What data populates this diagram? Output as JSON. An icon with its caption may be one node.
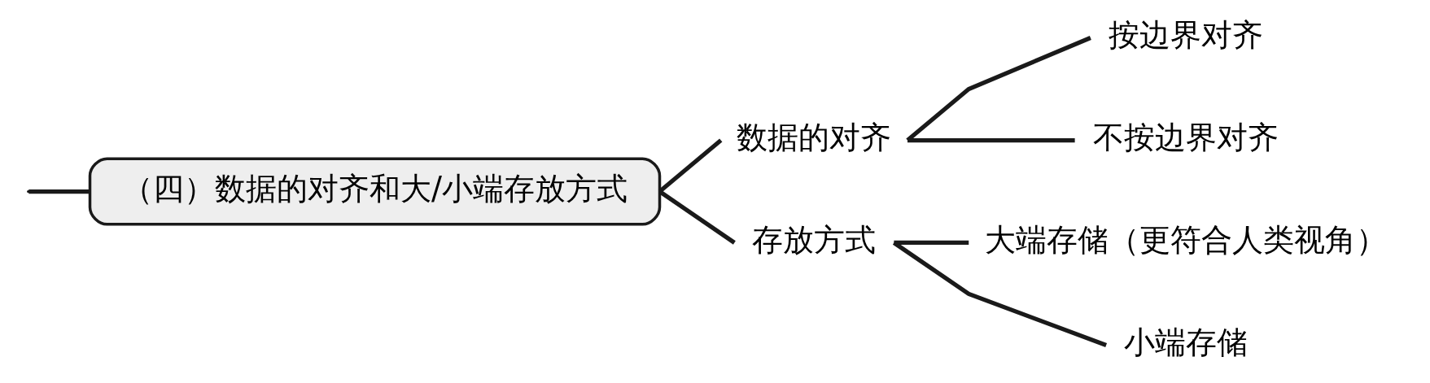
{
  "diagram": {
    "nodes": [
      {
        "text": [
          "（四）数据的对齐和大/小端存放方式"
        ]
      },
      {
        "text": [
          "数据的对齐"
        ]
      },
      {
        "text": [
          "按边界对齐"
        ]
      },
      {
        "text": [
          "不按边界对齐"
        ]
      },
      {
        "text": [
          "存放方式"
        ]
      },
      {
        "text": [
          "大端存储（更符合人类视角）"
        ]
      },
      {
        "text": [
          "小端存储"
        ]
      }
    ],
    "edges": [
      {
        "from": null,
        "to": 0,
        "arrow": "none"
      },
      {
        "from": 0,
        "to": 1,
        "arrow": "none"
      },
      {
        "from": 0,
        "to": 4,
        "arrow": "none"
      },
      {
        "from": 1,
        "to": 2,
        "arrow": "none"
      },
      {
        "from": 1,
        "to": 3,
        "arrow": "none"
      },
      {
        "from": 4,
        "to": 5,
        "arrow": "none"
      },
      {
        "from": 4,
        "to": 6,
        "arrow": "none"
      }
    ]
  }
}
